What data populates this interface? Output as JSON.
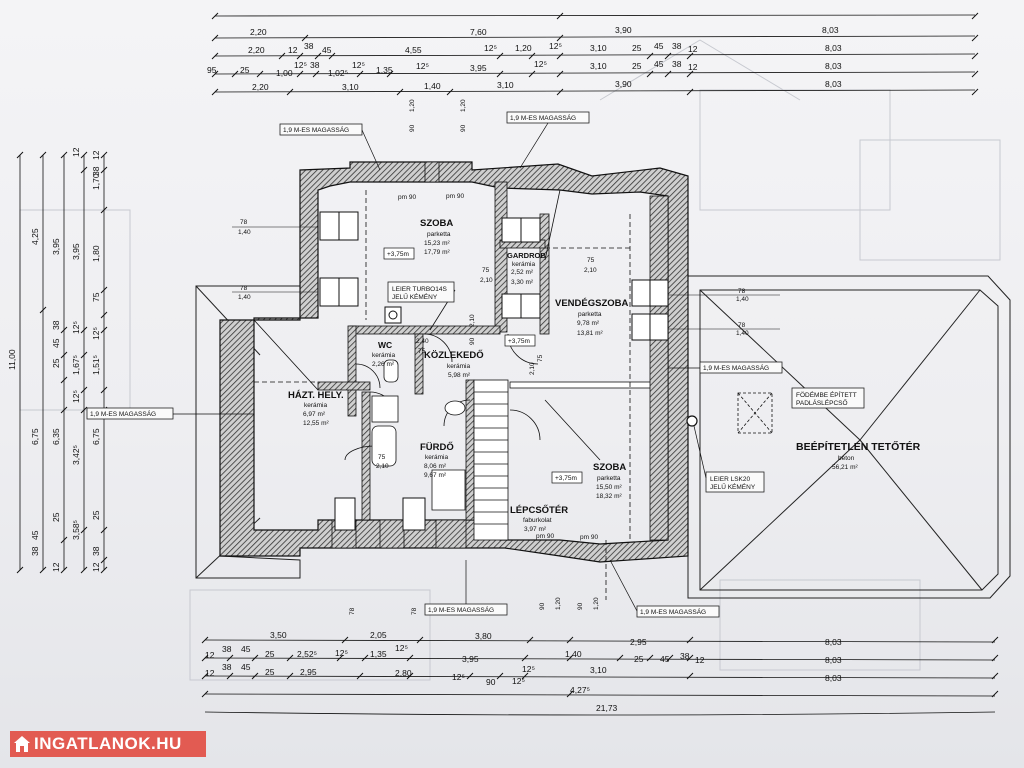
{
  "dims_top": {
    "r1": [
      "7,60",
      "3,90"
    ],
    "r2": [
      "2,20",
      "8,03"
    ],
    "r3": [
      "2,20",
      "12",
      "38",
      "45",
      "4,55",
      "12⁵",
      "1,20",
      "12⁵",
      "3,10",
      "25",
      "45",
      "38",
      "12",
      "8,03"
    ],
    "r4": [
      "95",
      "25",
      "1,00",
      "12⁵",
      "38",
      "1,02⁵",
      "12⁵",
      "1,35",
      "12⁵",
      "3,95",
      "12⁵",
      "3,10",
      "25",
      "45",
      "38",
      "12",
      "8,03"
    ],
    "r5": [
      "2,20",
      "3,10",
      "1,40",
      "3,10",
      "3,90",
      "8,03"
    ]
  },
  "dims_left": {
    "total": "11,00",
    "c1": [
      "4,25",
      "6,75"
    ],
    "c2": [
      "3,95",
      "6,35"
    ],
    "c3": [
      "3,95",
      "3,42⁵"
    ],
    "c4": [
      "1,70",
      "1,80",
      "75",
      "6,75",
      "3,58⁵"
    ],
    "small": [
      "12",
      "38",
      "12",
      "25",
      "45",
      "38",
      "12⁵",
      "1,67⁵",
      "12⁵",
      "1,51⁵",
      "12⁵",
      "12",
      "38",
      "45",
      "25",
      "25",
      "38",
      "12"
    ]
  },
  "dims_bottom": {
    "r1": [
      "3,50",
      "2,05",
      "3,80",
      "1,40",
      "2,95",
      "8,03"
    ],
    "r2": [
      "12",
      "38",
      "45",
      "25",
      "2,52⁵",
      "12⁵",
      "1,35",
      "12⁵",
      "3,95",
      "12⁵",
      "3,10",
      "25",
      "45",
      "38",
      "12",
      "8,03"
    ],
    "r3": [
      "12",
      "38",
      "45",
      "25",
      "2,95",
      "2,80",
      "12⁵",
      "90",
      "12⁵",
      "4,27⁵",
      "8,03"
    ],
    "r4": [
      "21,73"
    ]
  },
  "rooms": {
    "szoba1": {
      "name": "SZOBA",
      "floor": "parketta",
      "a1": "15,23 m²",
      "a2": "17,79 m²"
    },
    "gardrob": {
      "name": "GARDROB",
      "floor": "kerámia",
      "a1": "2,52 m²",
      "a2": "3,30 m²"
    },
    "vendeg": {
      "name": "VENDÉGSZOBA",
      "floor": "parketta",
      "a1": "9,78 m²",
      "a2": "13,81 m²"
    },
    "wc": {
      "name": "WC",
      "floor": "kerámia",
      "a1": "2,26 m²"
    },
    "kozl": {
      "name": "KÖZLEKEDŐ",
      "floor": "kerámia",
      "a1": "5,98 m²"
    },
    "hazt": {
      "name": "HÁZT. HELY.",
      "floor": "kerámia",
      "a1": "6,97 m²",
      "a2": "12,55 m²"
    },
    "furdo": {
      "name": "FÜRDŐ",
      "floor": "kerámia",
      "a1": "8,06 m²",
      "a2": "9,67 m²"
    },
    "szoba2": {
      "name": "SZOBA",
      "floor": "parketta",
      "a1": "15,50 m²",
      "a2": "18,32 m²"
    },
    "lepcso": {
      "name": "LÉPCSŐTÉR",
      "floor": "faburkolat",
      "a1": "3,97 m²"
    },
    "tetoter": {
      "name": "BEÉPÍTETLEN TETŐTÉR",
      "floor": "beton",
      "a1": "56,21 m²"
    }
  },
  "labels": {
    "magassag": "1,9 M-ES MAGASSÁG",
    "leier1a": "LEIER TURBO14S",
    "leier1b": "JELŰ KÉMÉNY",
    "leier2a": "LEIER LSK20",
    "leier2b": "JELŰ KÉMÉNY",
    "fodem1": "FÖDÉMBE ÉPÍTETT",
    "fodem2": "PADLÁSLÉPCSŐ",
    "level": "+3,75m",
    "pm90": "pm 90"
  },
  "logo": {
    "text": "INGATLANOK.HU"
  }
}
